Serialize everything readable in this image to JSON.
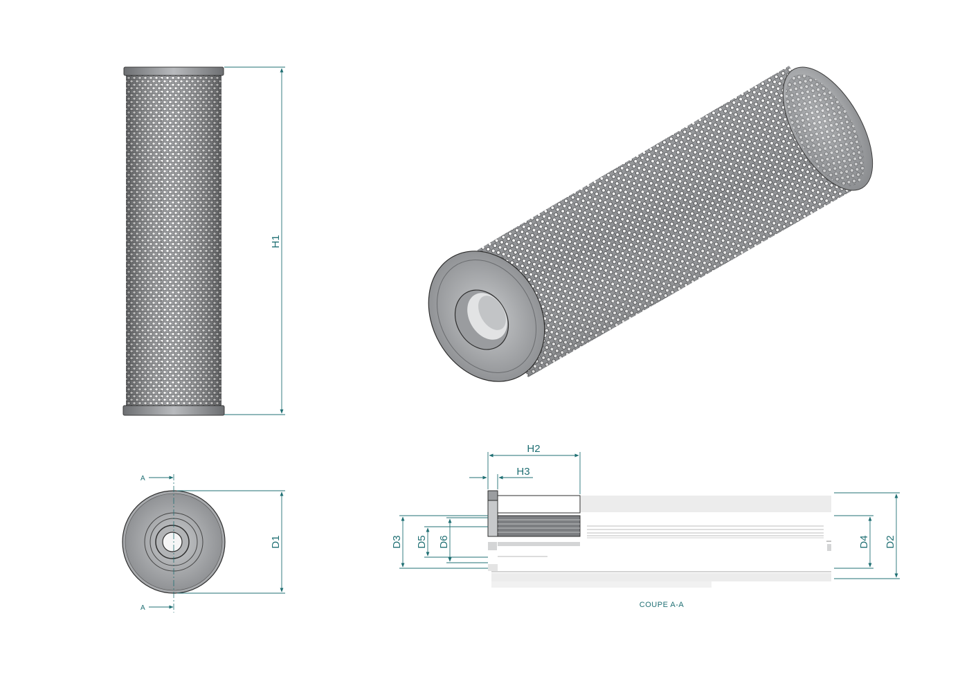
{
  "drawing": {
    "accent_color": "#1f6f73",
    "metal_color": "#9ea0a3",
    "dark_metal_color": "#5f6164",
    "labels": {
      "h1": "H1",
      "h2": "H2",
      "h3": "H3",
      "d1": "D1",
      "d2": "D2",
      "d3": "D3",
      "d4": "D4",
      "d5": "D5",
      "d6": "D6",
      "section_top": "A",
      "section_bottom": "A",
      "section_caption": "COUPE A-A"
    }
  }
}
